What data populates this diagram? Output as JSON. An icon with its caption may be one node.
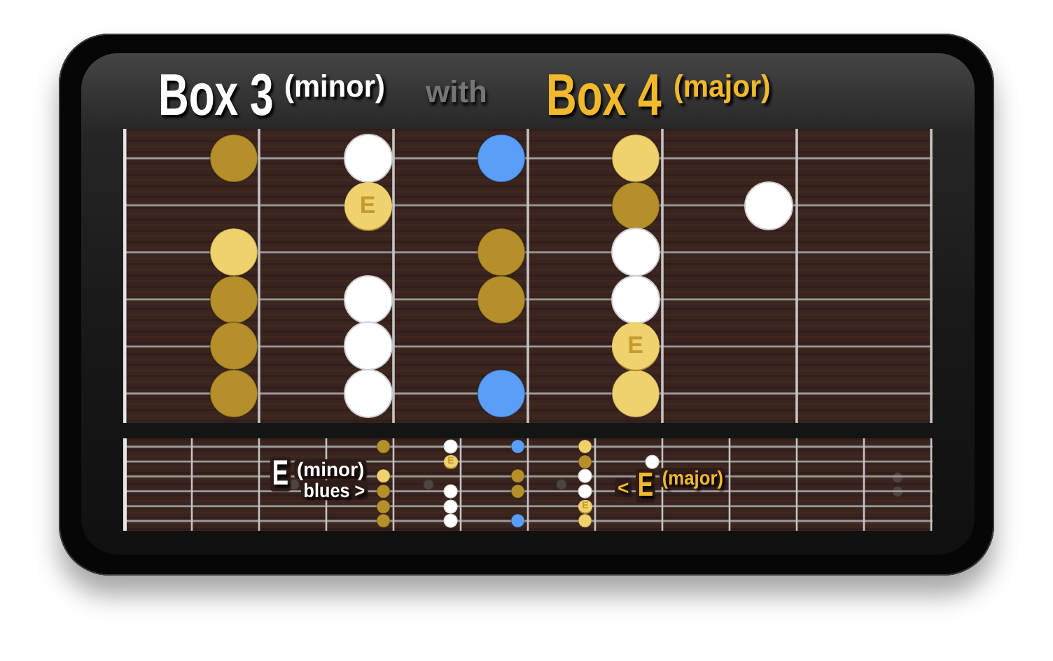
{
  "diagram": {
    "labels": [
      "Box 3",
      "(minor)",
      "with",
      "Box 4",
      "(major)",
      "E",
      "E",
      "E",
      "(minor)",
      "blues >",
      "E",
      "E",
      "<",
      "E",
      "(major)"
    ]
  }
}
